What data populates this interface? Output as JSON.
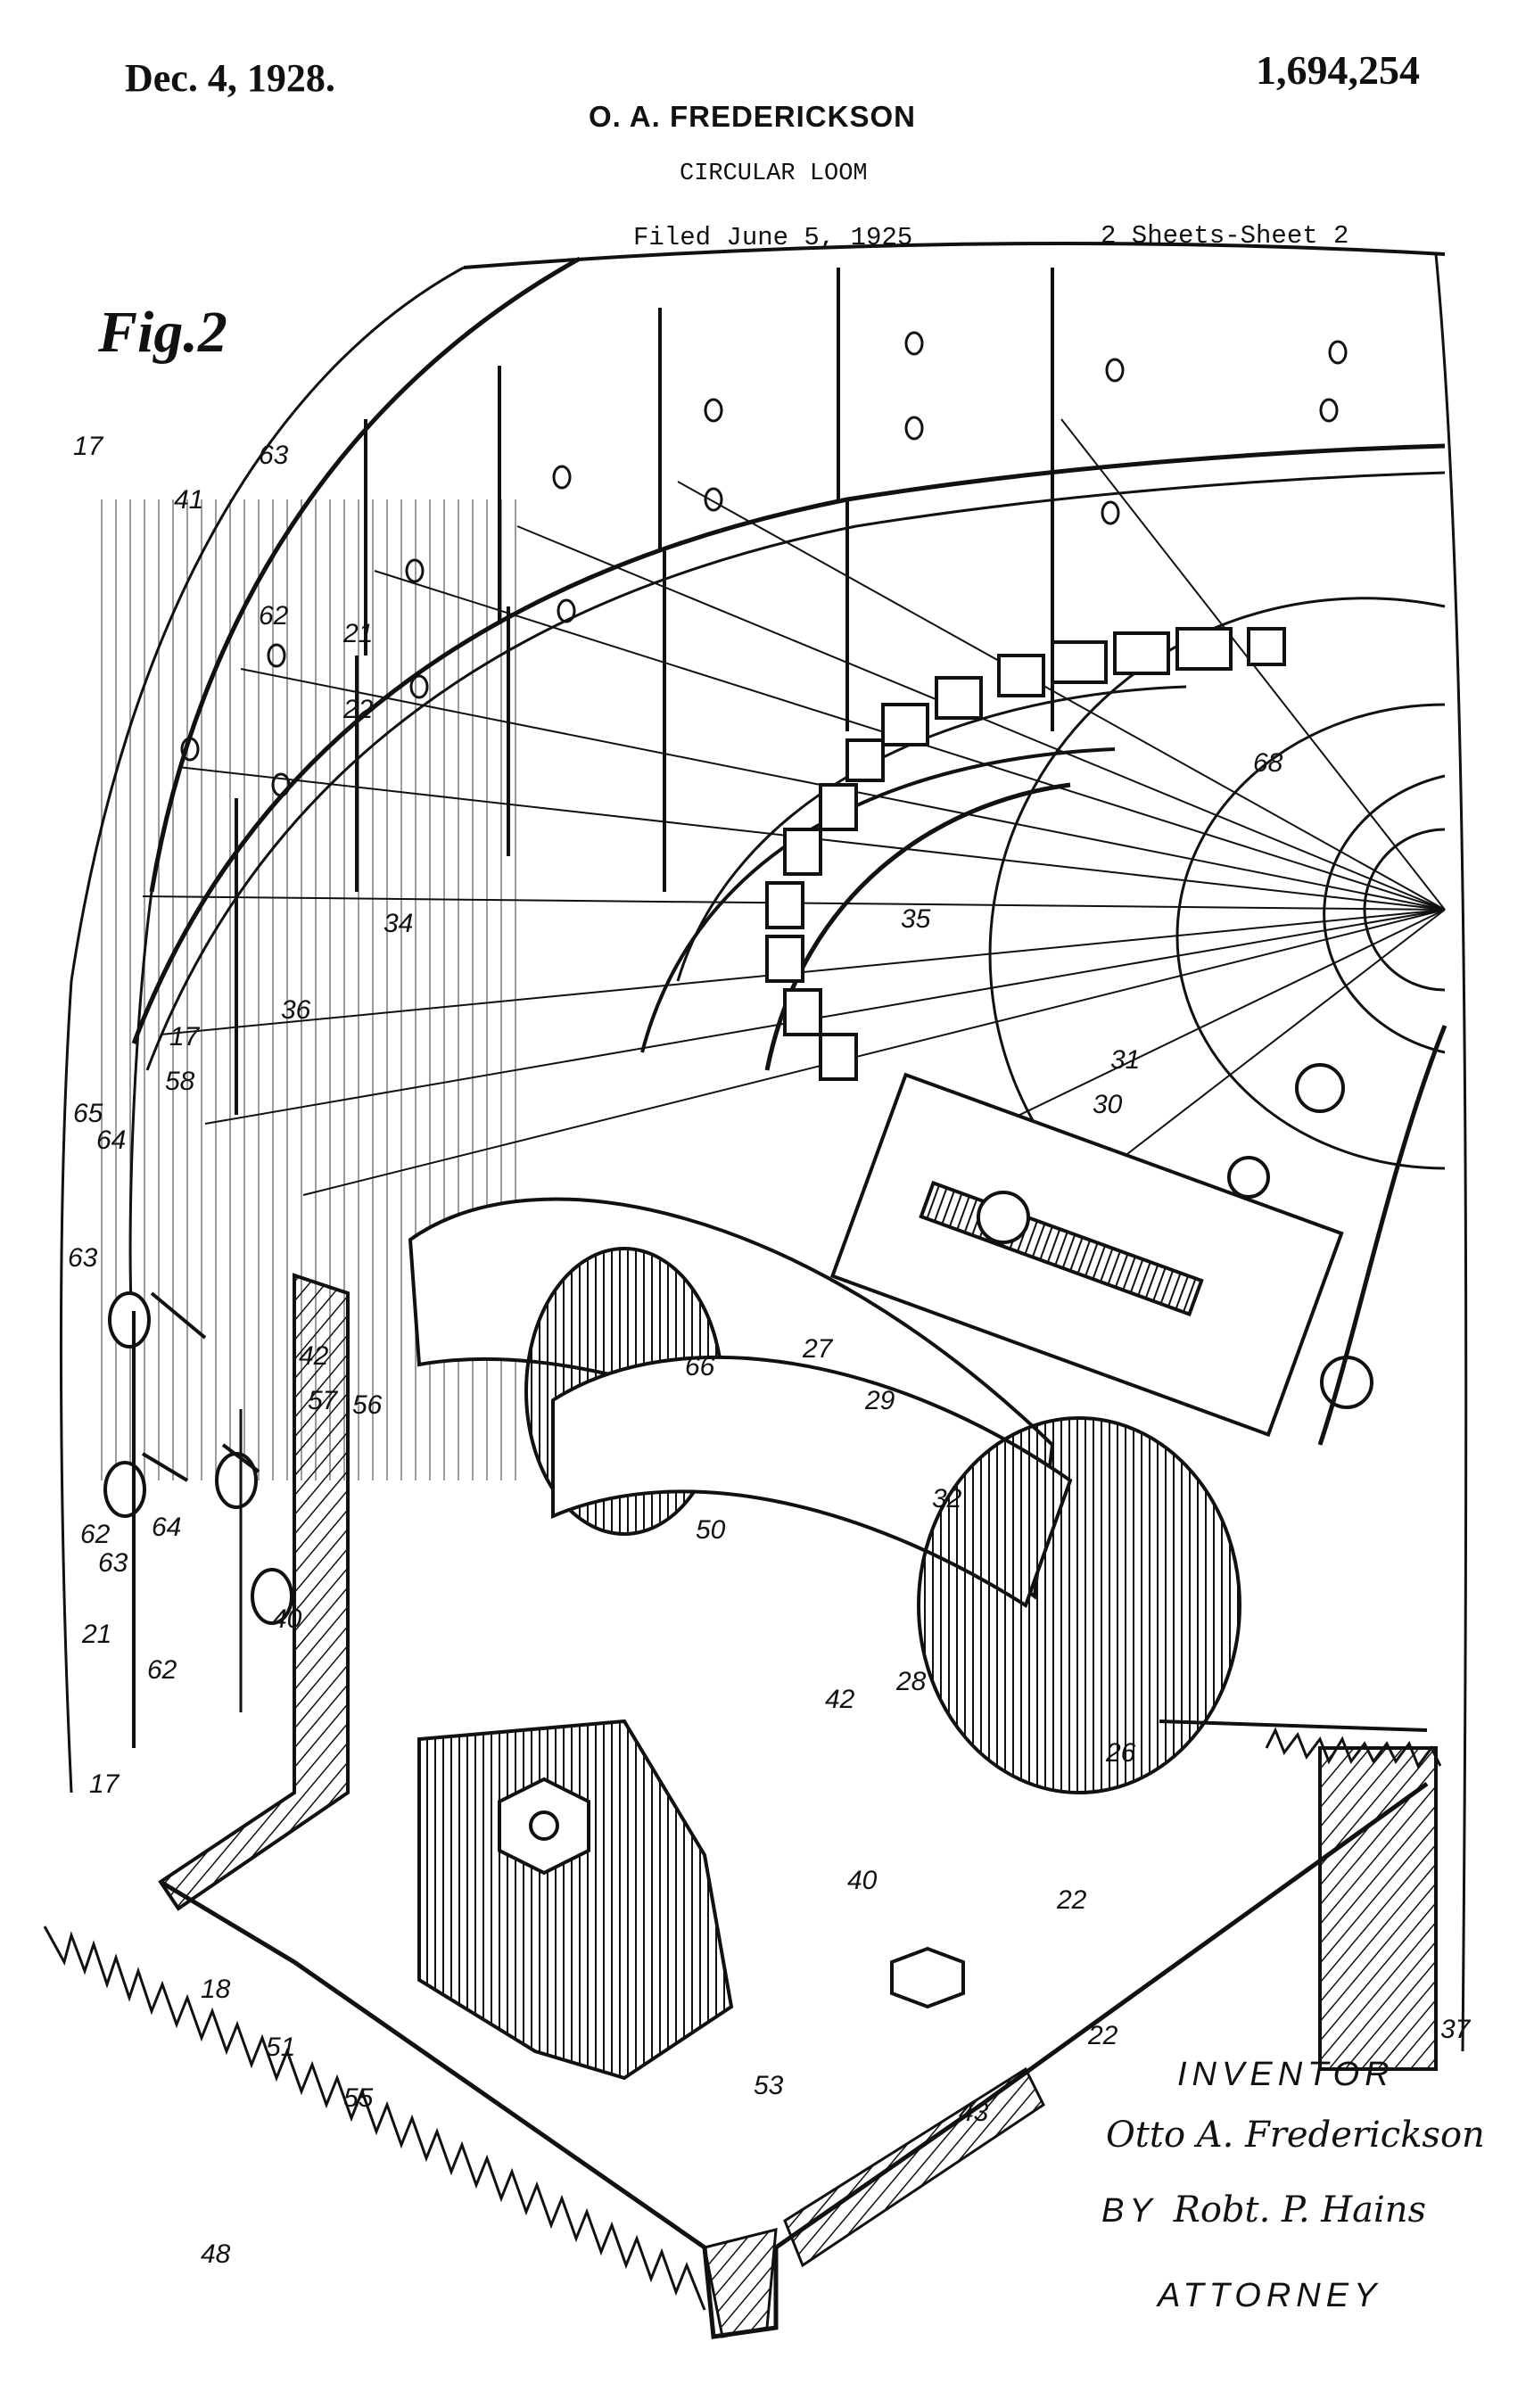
{
  "header": {
    "date": "Dec. 4, 1928.",
    "patent_number": "1,694,254",
    "inventor": "O. A. FREDERICKSON",
    "title": "CIRCULAR LOOM",
    "filed": "Filed June 5, 1925",
    "sheets": "2 Sheets-Sheet 2"
  },
  "figure": {
    "label": "Fig.2",
    "reference_numerals": [
      "17",
      "41",
      "63",
      "62",
      "21",
      "22",
      "68",
      "34",
      "35",
      "36",
      "17",
      "58",
      "31",
      "30",
      "65",
      "64",
      "63",
      "62",
      "63",
      "64",
      "21",
      "62",
      "42",
      "57",
      "56",
      "66",
      "27",
      "29",
      "50",
      "32",
      "40",
      "28",
      "42",
      "26",
      "17",
      "40",
      "22",
      "18",
      "51",
      "55",
      "53",
      "22",
      "43",
      "37",
      "48"
    ]
  },
  "signature_block": {
    "inventor_caption": "INVENTOR",
    "inventor_signature": "Otto A. Frederickson",
    "by_label": "BY",
    "attorney_signature": "Robt. P. Hains",
    "attorney_caption": "ATTORNEY"
  }
}
